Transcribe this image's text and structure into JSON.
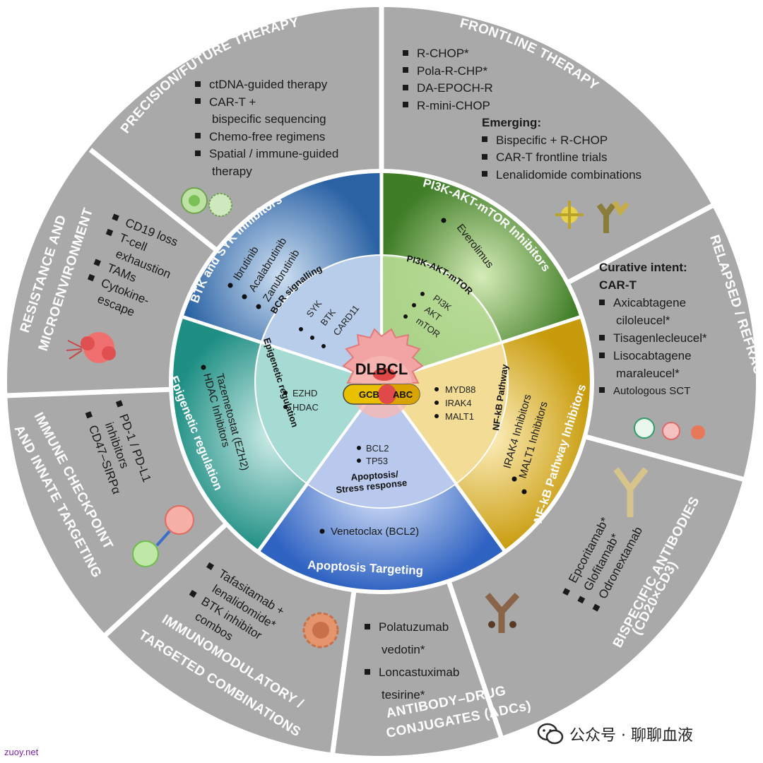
{
  "center": {
    "title": "DLBCL",
    "left_label": "GCB",
    "right_label": "ABC"
  },
  "outer_sectors": {
    "precision": {
      "title": "PRECISION/FUTURE THERAPY",
      "items": [
        "ctDNA-guided therapy",
        "CAR-T +",
        "bispecific sequencing",
        "Chemo-free regimens",
        "Spatial / immune-guided",
        "therapy"
      ]
    },
    "frontline": {
      "title": "FRONTLINE THERAPY",
      "items": [
        "R-CHOP*",
        "Pola-R-CHP*",
        "DA-EPOCH-R",
        "R-mini-CHOP"
      ],
      "emerging_label": "Emerging:",
      "emerging_items": [
        "Bispecific + R-CHOP",
        "CAR-T frontline trials",
        "Lenalidomide combinations"
      ]
    },
    "relapsed": {
      "title": "RELAPSED / REFRACTORY",
      "heading1": "Curative intent:",
      "heading2": "CAR-T",
      "items": [
        "Axicabtagene",
        "ciloleucel*",
        "Tisagenlecleucel*",
        "Lisocabtagene",
        "maraleucel*",
        "Autologous SCT"
      ]
    },
    "bispecific": {
      "title1": "BISPECIFIC ANTIBODIES",
      "title2": "(CD20×CD3)",
      "items": [
        "Epcoritamab*",
        "Glofitamab*",
        "Odronextamab"
      ]
    },
    "adc": {
      "title1": "ANTIBODY–DRUG",
      "title2": "CONJUGATES (ADCs)",
      "items": [
        "Polatuzumab",
        "vedotin*",
        "Loncastuximab",
        "tesirine*"
      ]
    },
    "immunomodulatory": {
      "title1": "IMMUNOMODULATORY /",
      "title2": "TARGETED COMBINATIONS",
      "items": [
        "Tafasitamab +",
        "lenalidomide*",
        "BTK inhibitor",
        "combos"
      ]
    },
    "checkpoint": {
      "title1": "IMMUNE CHECKPOINT",
      "title2": "AND INNATE TARGETING",
      "items": [
        "PD-1 / PD-L1",
        "inhibitors",
        "CD47–SIRPα"
      ]
    },
    "resistance": {
      "title1": "RESISTANCE AND",
      "title2": "MICROENVIRONMENT",
      "items": [
        "CD19 loss",
        "T-cell",
        "exhaustion",
        "TAMs",
        "Cytokine-",
        "escape"
      ]
    }
  },
  "middle_sectors": {
    "btk": {
      "title": "BTK and SYK Inhibitors",
      "items": [
        "Ibrutinib",
        "Acalabrutinib",
        "Zanubrutinib"
      ],
      "color": "#2f6fae"
    },
    "pi3k": {
      "title": "PI3K-AKT-mTOR Inhibitors",
      "items": [
        "Everolimus"
      ],
      "color": "#4e8a2e"
    },
    "nfkb": {
      "title": "NF-kB Pathway Inhibitors",
      "items": [
        "IRAK4 Inhibitors",
        "MALT1 Inhibitors"
      ],
      "color": "#c9a012"
    },
    "apoptosis": {
      "title": "Apoptosis Targeting",
      "items": [
        "Venetoclax (BCL2)"
      ],
      "color": "#3b6fc8"
    },
    "epigenetic": {
      "title": "Epigenetic regulation",
      "items": [
        "Tazemetostat (EZH2)",
        "HDAC Inhibitors"
      ],
      "color": "#2a9a8e"
    }
  },
  "inner_sectors": {
    "bcr": {
      "title": "BCR signalling",
      "items": [
        "SYK",
        "BTK",
        "CARD11"
      ]
    },
    "pi3k": {
      "title": "PI3K-AKT-mTOR",
      "items": [
        "PI3K",
        "AKT",
        "mTOR"
      ]
    },
    "nfkb": {
      "title": "NF-kB Pathway",
      "items": [
        "MYD88",
        "IRAK4",
        "MALT1"
      ]
    },
    "apoptosis": {
      "title1": "Apoptosis/",
      "title2": "Stress response",
      "items": [
        "BCL2",
        "TP53"
      ]
    },
    "epigenetic": {
      "title": "Epigenetic regulation",
      "items": [
        "EZHD",
        "HDAC"
      ]
    }
  },
  "watermark": {
    "left": "zuoy.net",
    "right": "公众号 · 聊聊血液"
  }
}
